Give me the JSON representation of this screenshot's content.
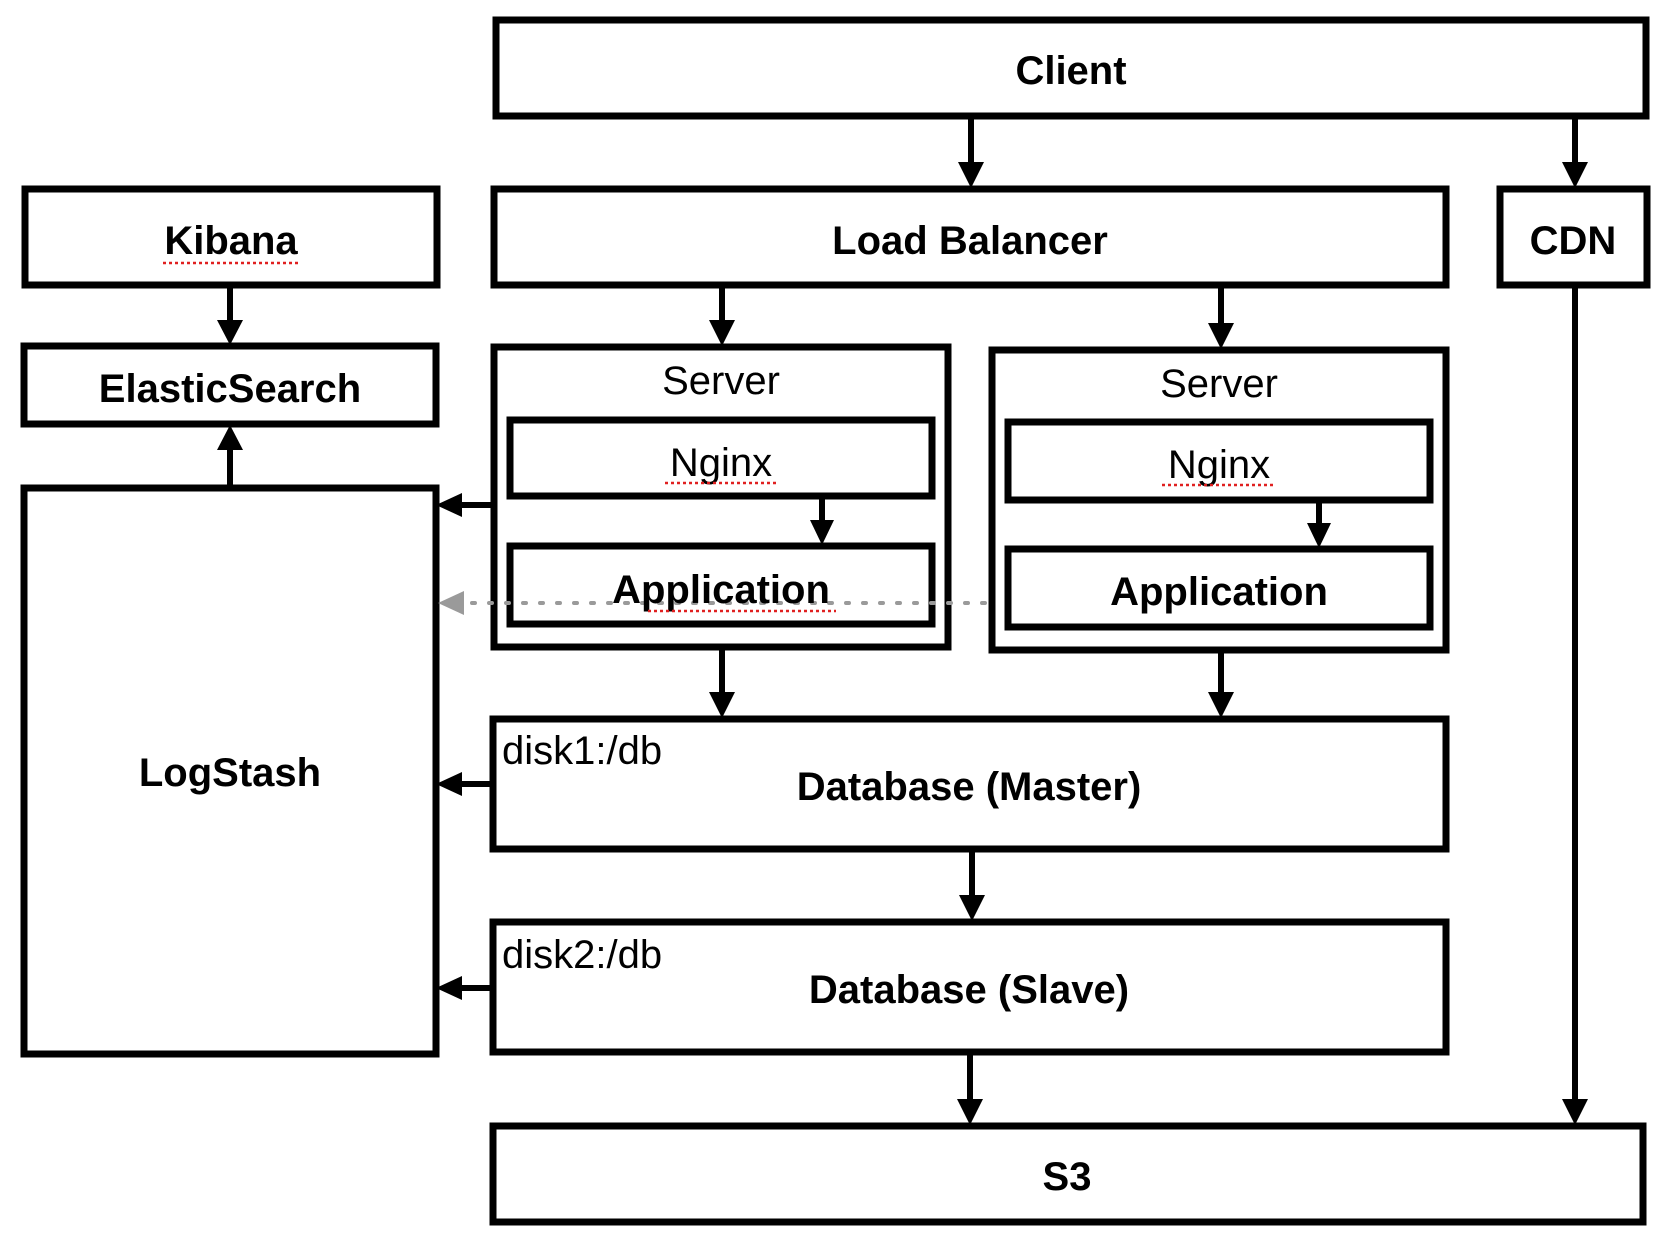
{
  "nodes": {
    "client": "Client",
    "load_balancer": "Load Balancer",
    "cdn": "CDN",
    "kibana": "Kibana",
    "elasticsearch": "ElasticSearch",
    "logstash": "LogStash",
    "server_left": {
      "title": "Server",
      "nginx": "Nginx",
      "application": "Application"
    },
    "server_right": {
      "title": "Server",
      "nginx": "Nginx",
      "application": "Application"
    },
    "db_master": {
      "disk": "disk1:/db",
      "label": "Database (Master)"
    },
    "db_slave": {
      "disk": "disk2:/db",
      "label": "Database (Slave)"
    },
    "s3": "S3"
  },
  "colors": {
    "stroke": "#000000",
    "dotted_arrow": "#9a9a9a",
    "spellcheck_underline": "#e02020"
  }
}
